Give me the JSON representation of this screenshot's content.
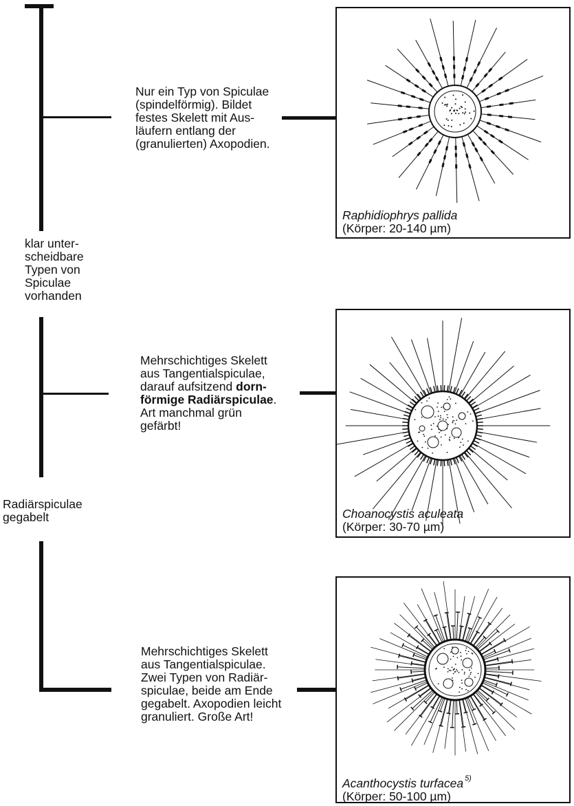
{
  "labels": {
    "clear_types": "klar unter-\nscheidbare\nTypen von\nSpiculae\nvorhanden",
    "forked": "Radiärspiculae\ngegabelt"
  },
  "entries": [
    {
      "description": "Nur ein Typ von Spiculae\n(spindelförmig). Bildet\nfestes Skelett mit Aus-\nläufern entlang der\n(granulierten) Axopodien.",
      "species": "Raphidiophrys pallida",
      "size": "(Körper: 20-140 µm)"
    },
    {
      "description_before": "Mehrschichtiges Skelett\naus Tangentialspiculae,\ndarauf aufsitzend ",
      "description_bold": "dorn-\nförmige Radiärspiculae",
      "description_after": ".\nArt manchmal grün\ngefärbt!",
      "species": "Choanocystis aculeata",
      "size": "(Körper: 30-70 µm)"
    },
    {
      "description": "Mehrschichtiges Skelett\naus Tangentialspiculae.\nZwei Typen von Radiär-\nspiculae, beide am Ende\ngegabelt. Axopodien leicht\ngranuliert. Große Art!",
      "species": "Acanthocystis turfacea",
      "species_note": "5)",
      "size": "(Körper: 50-100 µm)"
    }
  ]
}
